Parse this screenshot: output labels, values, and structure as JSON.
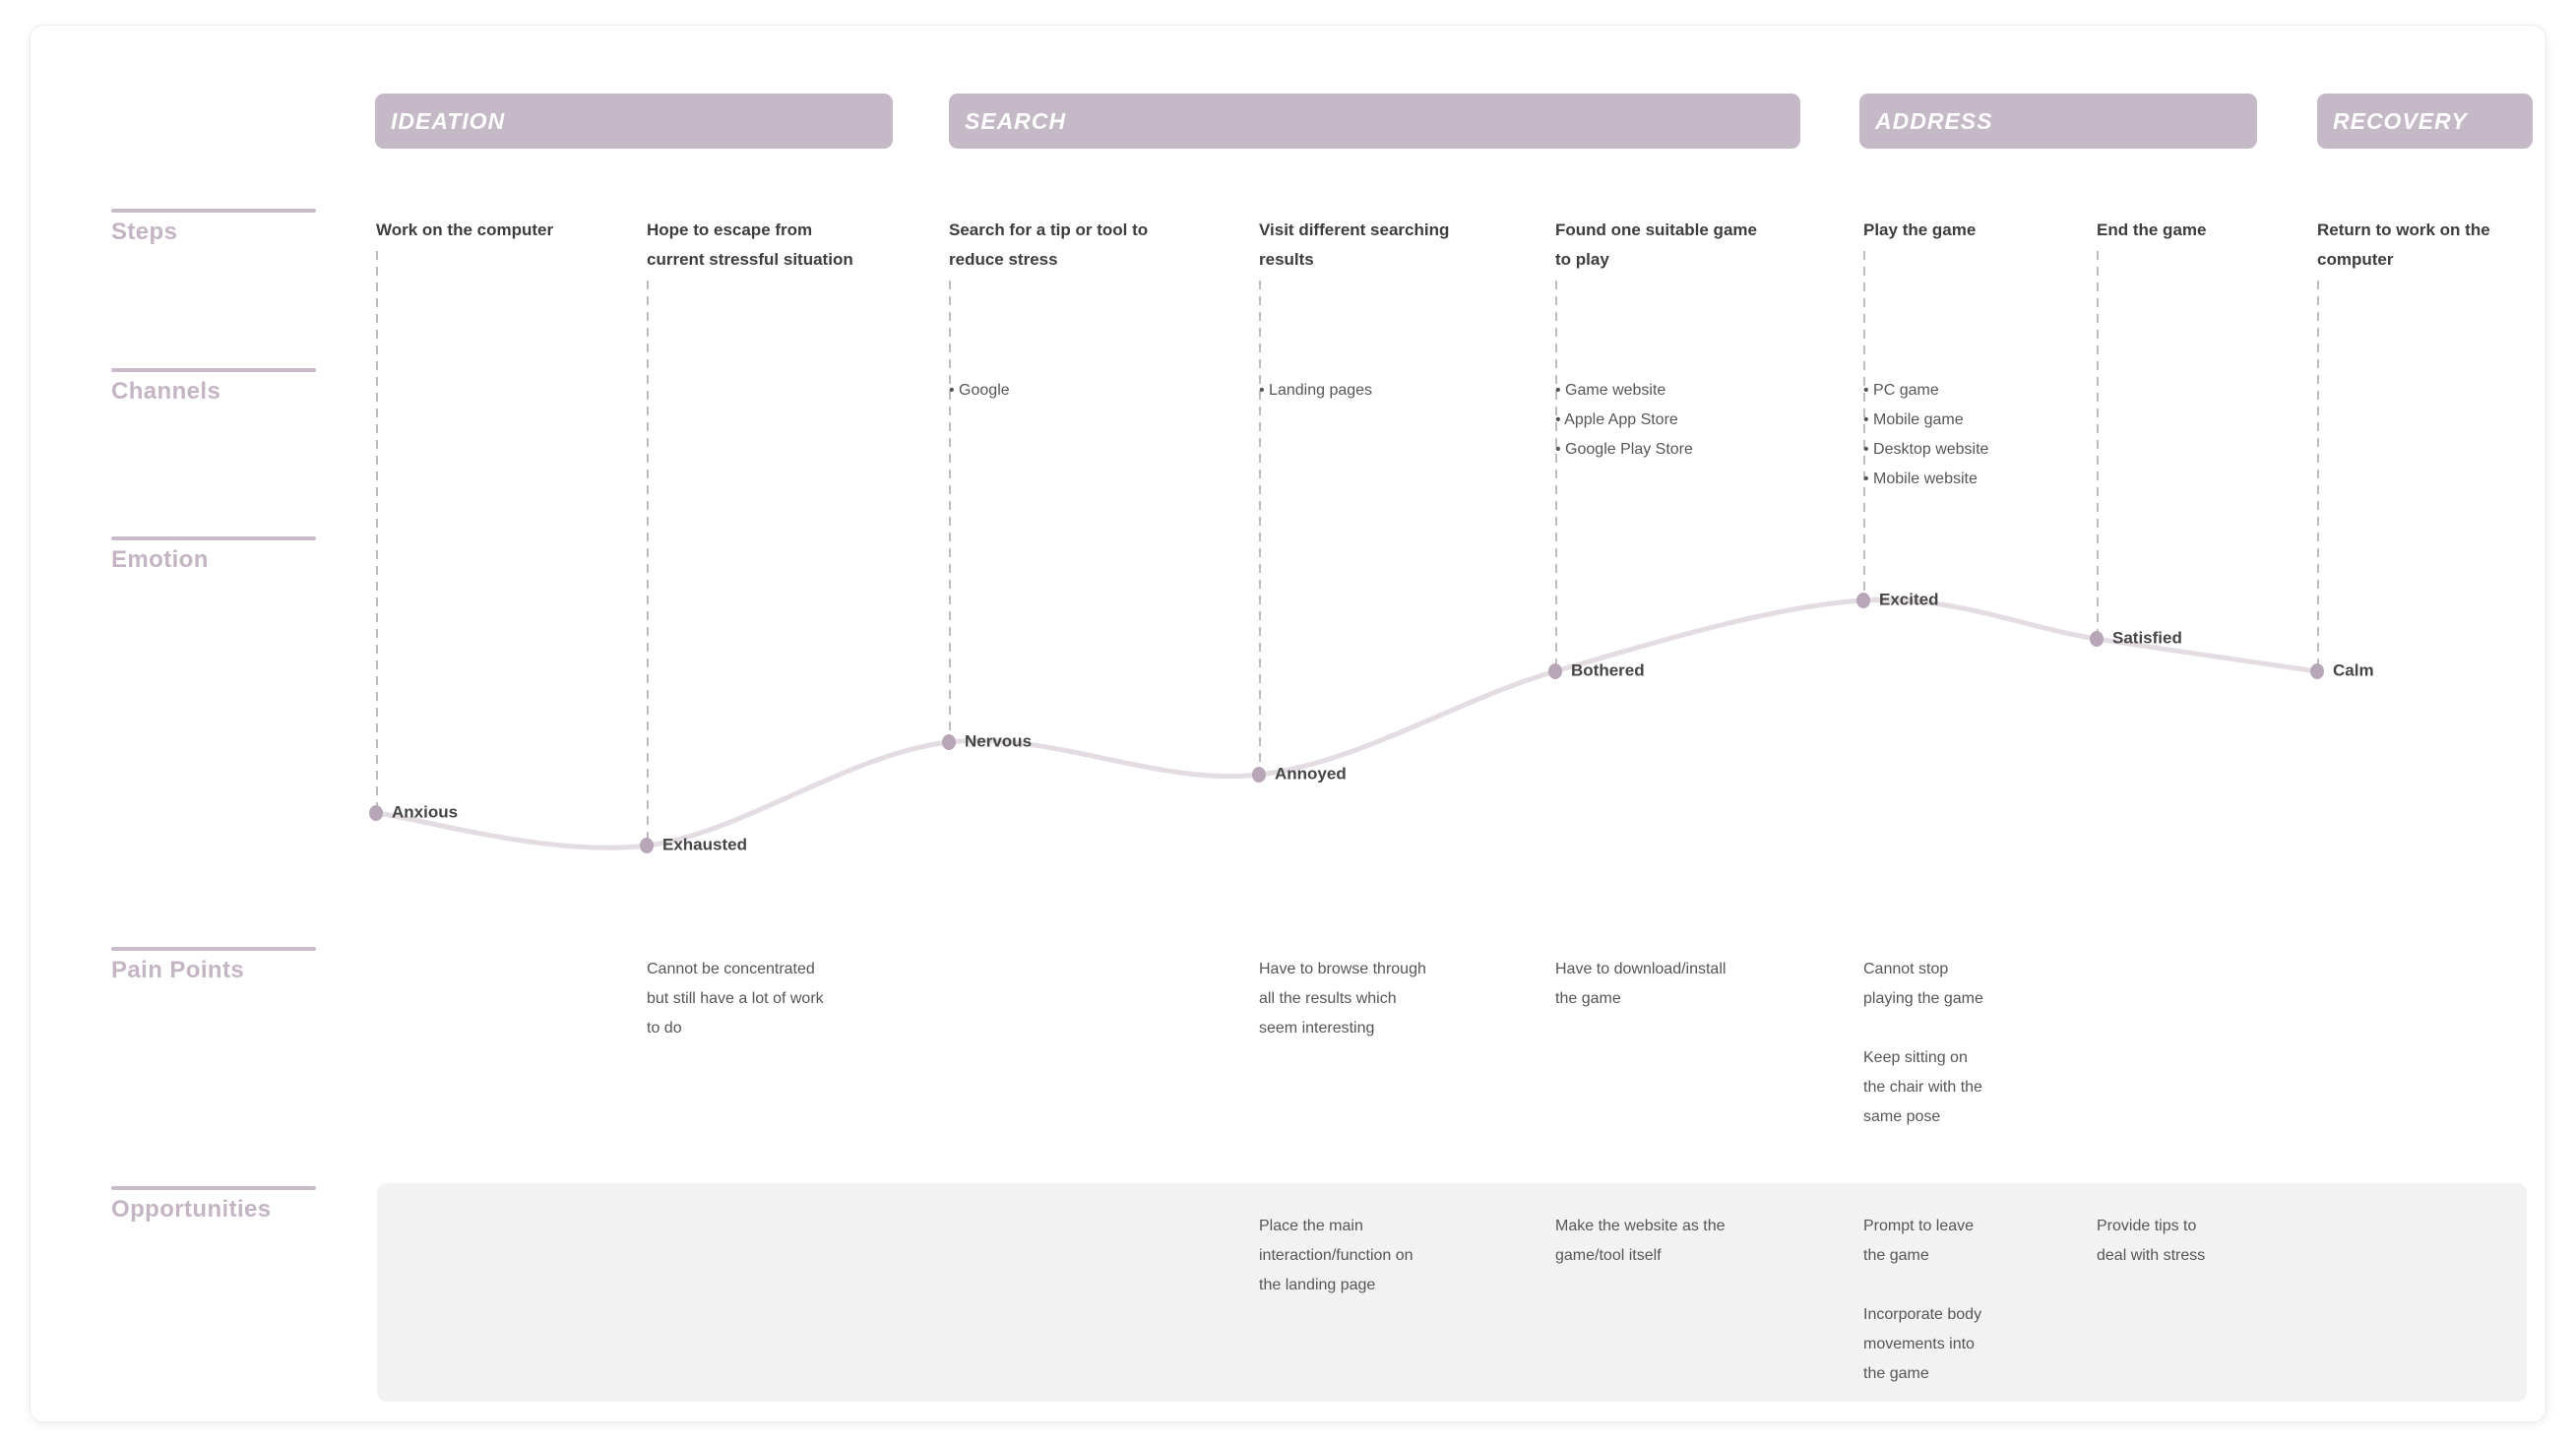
{
  "phases": [
    {
      "label": "IDEATION"
    },
    {
      "label": "SEARCH"
    },
    {
      "label": "ADDRESS"
    },
    {
      "label": "RECOVERY"
    }
  ],
  "row_labels": {
    "steps": "Steps",
    "channels": "Channels",
    "emotion": "Emotion",
    "pain_points": "Pain Points",
    "opportunities": "Opportunities"
  },
  "columns": [
    {
      "phase": "IDEATION",
      "step": "Work on the computer",
      "channels": [],
      "emotion": "Anxious",
      "emotion_level": 20,
      "pain_points": [],
      "opportunities": []
    },
    {
      "phase": "IDEATION",
      "step": "Hope to escape from\ncurrent stressful situation",
      "channels": [],
      "emotion": "Exhausted",
      "emotion_level": 9,
      "pain_points": [
        "Cannot be concentrated\nbut still have a lot of work\nto do"
      ],
      "opportunities": []
    },
    {
      "phase": "SEARCH",
      "step": "Search for a tip or tool to\nreduce stress",
      "channels": [
        "Google"
      ],
      "emotion": "Nervous",
      "emotion_level": 44,
      "pain_points": [],
      "opportunities": []
    },
    {
      "phase": "SEARCH",
      "step": "Visit different searching\nresults",
      "channels": [
        "Landing pages"
      ],
      "emotion": "Annoyed",
      "emotion_level": 33,
      "pain_points": [
        "Have to browse through\nall the results which\nseem interesting"
      ],
      "opportunities": [
        "Place the main\ninteraction/function on\nthe landing page"
      ]
    },
    {
      "phase": "SEARCH",
      "step": "Found one suitable game\nto play",
      "channels": [
        "Game website",
        "Apple App Store",
        "Google Play Store"
      ],
      "emotion": "Bothered",
      "emotion_level": 68,
      "pain_points": [
        "Have to download/install\nthe game"
      ],
      "opportunities": [
        "Make the website as the\ngame/tool itself"
      ]
    },
    {
      "phase": "ADDRESS",
      "step": "Play the game",
      "channels": [
        "PC game",
        "Mobile game",
        "Desktop website",
        "Mobile website"
      ],
      "emotion": "Excited",
      "emotion_level": 92,
      "pain_points": [
        "Cannot stop\nplaying the game",
        "Keep sitting on\nthe chair with the\nsame pose"
      ],
      "opportunities": [
        "Prompt to leave\nthe game",
        "Incorporate body\nmovements into\nthe game"
      ]
    },
    {
      "phase": "ADDRESS",
      "step": "End the game",
      "channels": [],
      "emotion": "Satisfied",
      "emotion_level": 79,
      "pain_points": [],
      "opportunities": [
        "Provide tips to\ndeal with stress"
      ]
    },
    {
      "phase": "RECOVERY",
      "step": "Return to work on the\ncomputer",
      "channels": [],
      "emotion": "Calm",
      "emotion_level": 68,
      "pain_points": [],
      "opportunities": []
    }
  ],
  "chart_data": {
    "type": "line",
    "title": "Emotion",
    "x": [
      "Work on the computer",
      "Hope to escape from current stressful situation",
      "Search for a tip or tool to reduce stress",
      "Visit different searching results",
      "Found one suitable game to play",
      "Play the game",
      "End the game",
      "Return to work on the computer"
    ],
    "series": [
      {
        "name": "Emotion",
        "point_labels": [
          "Anxious",
          "Exhausted",
          "Nervous",
          "Annoyed",
          "Bothered",
          "Excited",
          "Satisfied",
          "Calm"
        ],
        "values": [
          20,
          9,
          44,
          33,
          68,
          92,
          79,
          68
        ]
      }
    ],
    "ylim": [
      0,
      100
    ],
    "grid": false,
    "legend_position": "none"
  },
  "colors": {
    "phase_pill": "#c5b8c7",
    "phase_text": "#ffffff",
    "row_label": "#c4b5c5",
    "row_line": "#c9bac9",
    "step_text": "#3d3d3d",
    "body_text": "#565656",
    "dash_line": "#bdbdbd",
    "curve": "#e3dce3",
    "dot": "#b7a6b8",
    "opportunity_band": "#f2f2f3",
    "card_background": "#ffffff"
  }
}
